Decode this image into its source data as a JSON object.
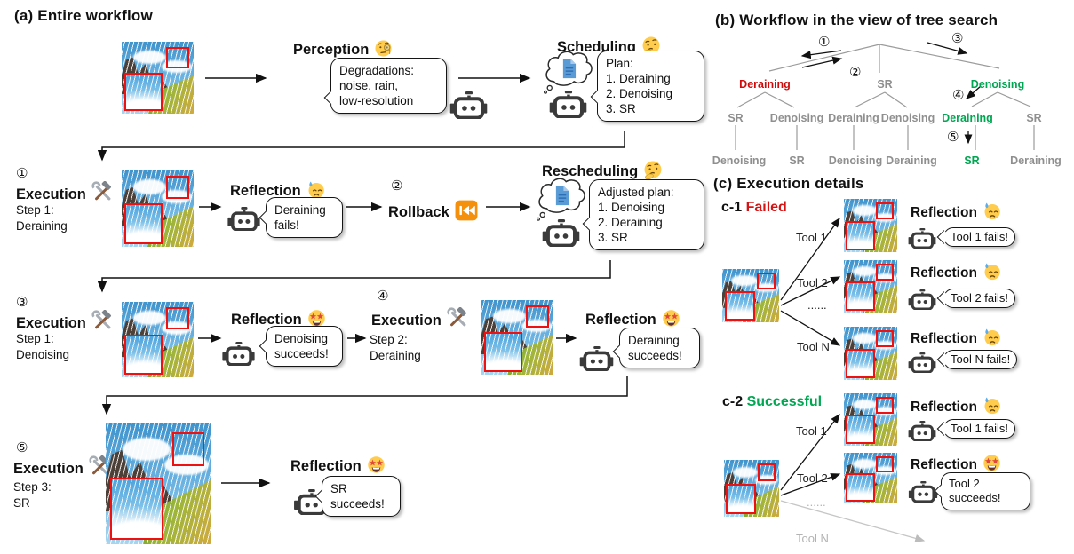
{
  "colors": {
    "accent_red": "#d41414",
    "accent_green": "#00a651",
    "gray_node": "#8f8f8f",
    "rollback_orange": "#F4900C"
  },
  "panel_a": {
    "title": "(a) Entire workflow",
    "perception": {
      "label": "Perception",
      "bubble": "Degradations:\nnoise, rain,\nlow-resolution"
    },
    "scheduling": {
      "label": "Scheduling",
      "bubble": "Plan:\n1. Deraining\n2. Denoising\n3. SR"
    },
    "exec1": {
      "num": "①",
      "label": "Execution",
      "step": "Step 1:\nDeraining"
    },
    "reflect1": {
      "label": "Reflection",
      "bubble": "Deraining\nfails!"
    },
    "rollback": {
      "num": "②",
      "label": "Rollback"
    },
    "rescheduling": {
      "label": "Rescheduling",
      "bubble": "Adjusted plan:\n1. Denoising\n2. Deraining\n3. SR"
    },
    "exec3": {
      "num": "③",
      "label": "Execution",
      "step": "Step 1:\nDenoising"
    },
    "reflect3": {
      "label": "Reflection",
      "bubble": "Denoising\nsucceeds!"
    },
    "exec4": {
      "num": "④",
      "label": "Execution",
      "step": "Step 2:\nDeraining"
    },
    "reflect4": {
      "label": "Reflection",
      "bubble": "Deraining\nsucceeds!"
    },
    "exec5": {
      "num": "⑤",
      "label": "Execution",
      "step": "Step 3:\nSR"
    },
    "reflect5": {
      "label": "Reflection",
      "bubble": "SR\nsucceeds!"
    }
  },
  "panel_b": {
    "title": "(b) Workflow in the view of tree search",
    "steps": {
      "s1": "①",
      "s2": "②",
      "s3": "③",
      "s4": "④",
      "s5": "⑤"
    },
    "level1": [
      {
        "label": "Deraining"
      },
      {
        "label": "SR"
      },
      {
        "label": "Denoising"
      }
    ],
    "level2": [
      "SR",
      "Denoising",
      "Deraining",
      "Denoising",
      "Deraining",
      "SR"
    ],
    "level3": [
      "Denoising",
      "SR",
      "Denoising",
      "Deraining",
      "SR",
      "Deraining"
    ]
  },
  "panel_c": {
    "title": "(c) Execution details",
    "c1": {
      "tag": "c-1",
      "status": "Failed",
      "tools": [
        "Tool 1",
        "Tool 2",
        "......",
        "Tool N"
      ],
      "rows": [
        {
          "label": "Reflection",
          "bubble": "Tool 1 fails!"
        },
        {
          "label": "Reflection",
          "bubble": "Tool 2 fails!"
        },
        {
          "label": "Reflection",
          "bubble": "Tool N fails!"
        }
      ]
    },
    "c2": {
      "tag": "c-2",
      "status": "Successful",
      "tools": [
        "Tool 1",
        "Tool 2",
        "......",
        "Tool N"
      ],
      "rows": [
        {
          "label": "Reflection",
          "bubble": "Tool 1 fails!"
        },
        {
          "label": "Reflection",
          "bubble": "Tool 2\nsucceeds!"
        }
      ]
    }
  }
}
